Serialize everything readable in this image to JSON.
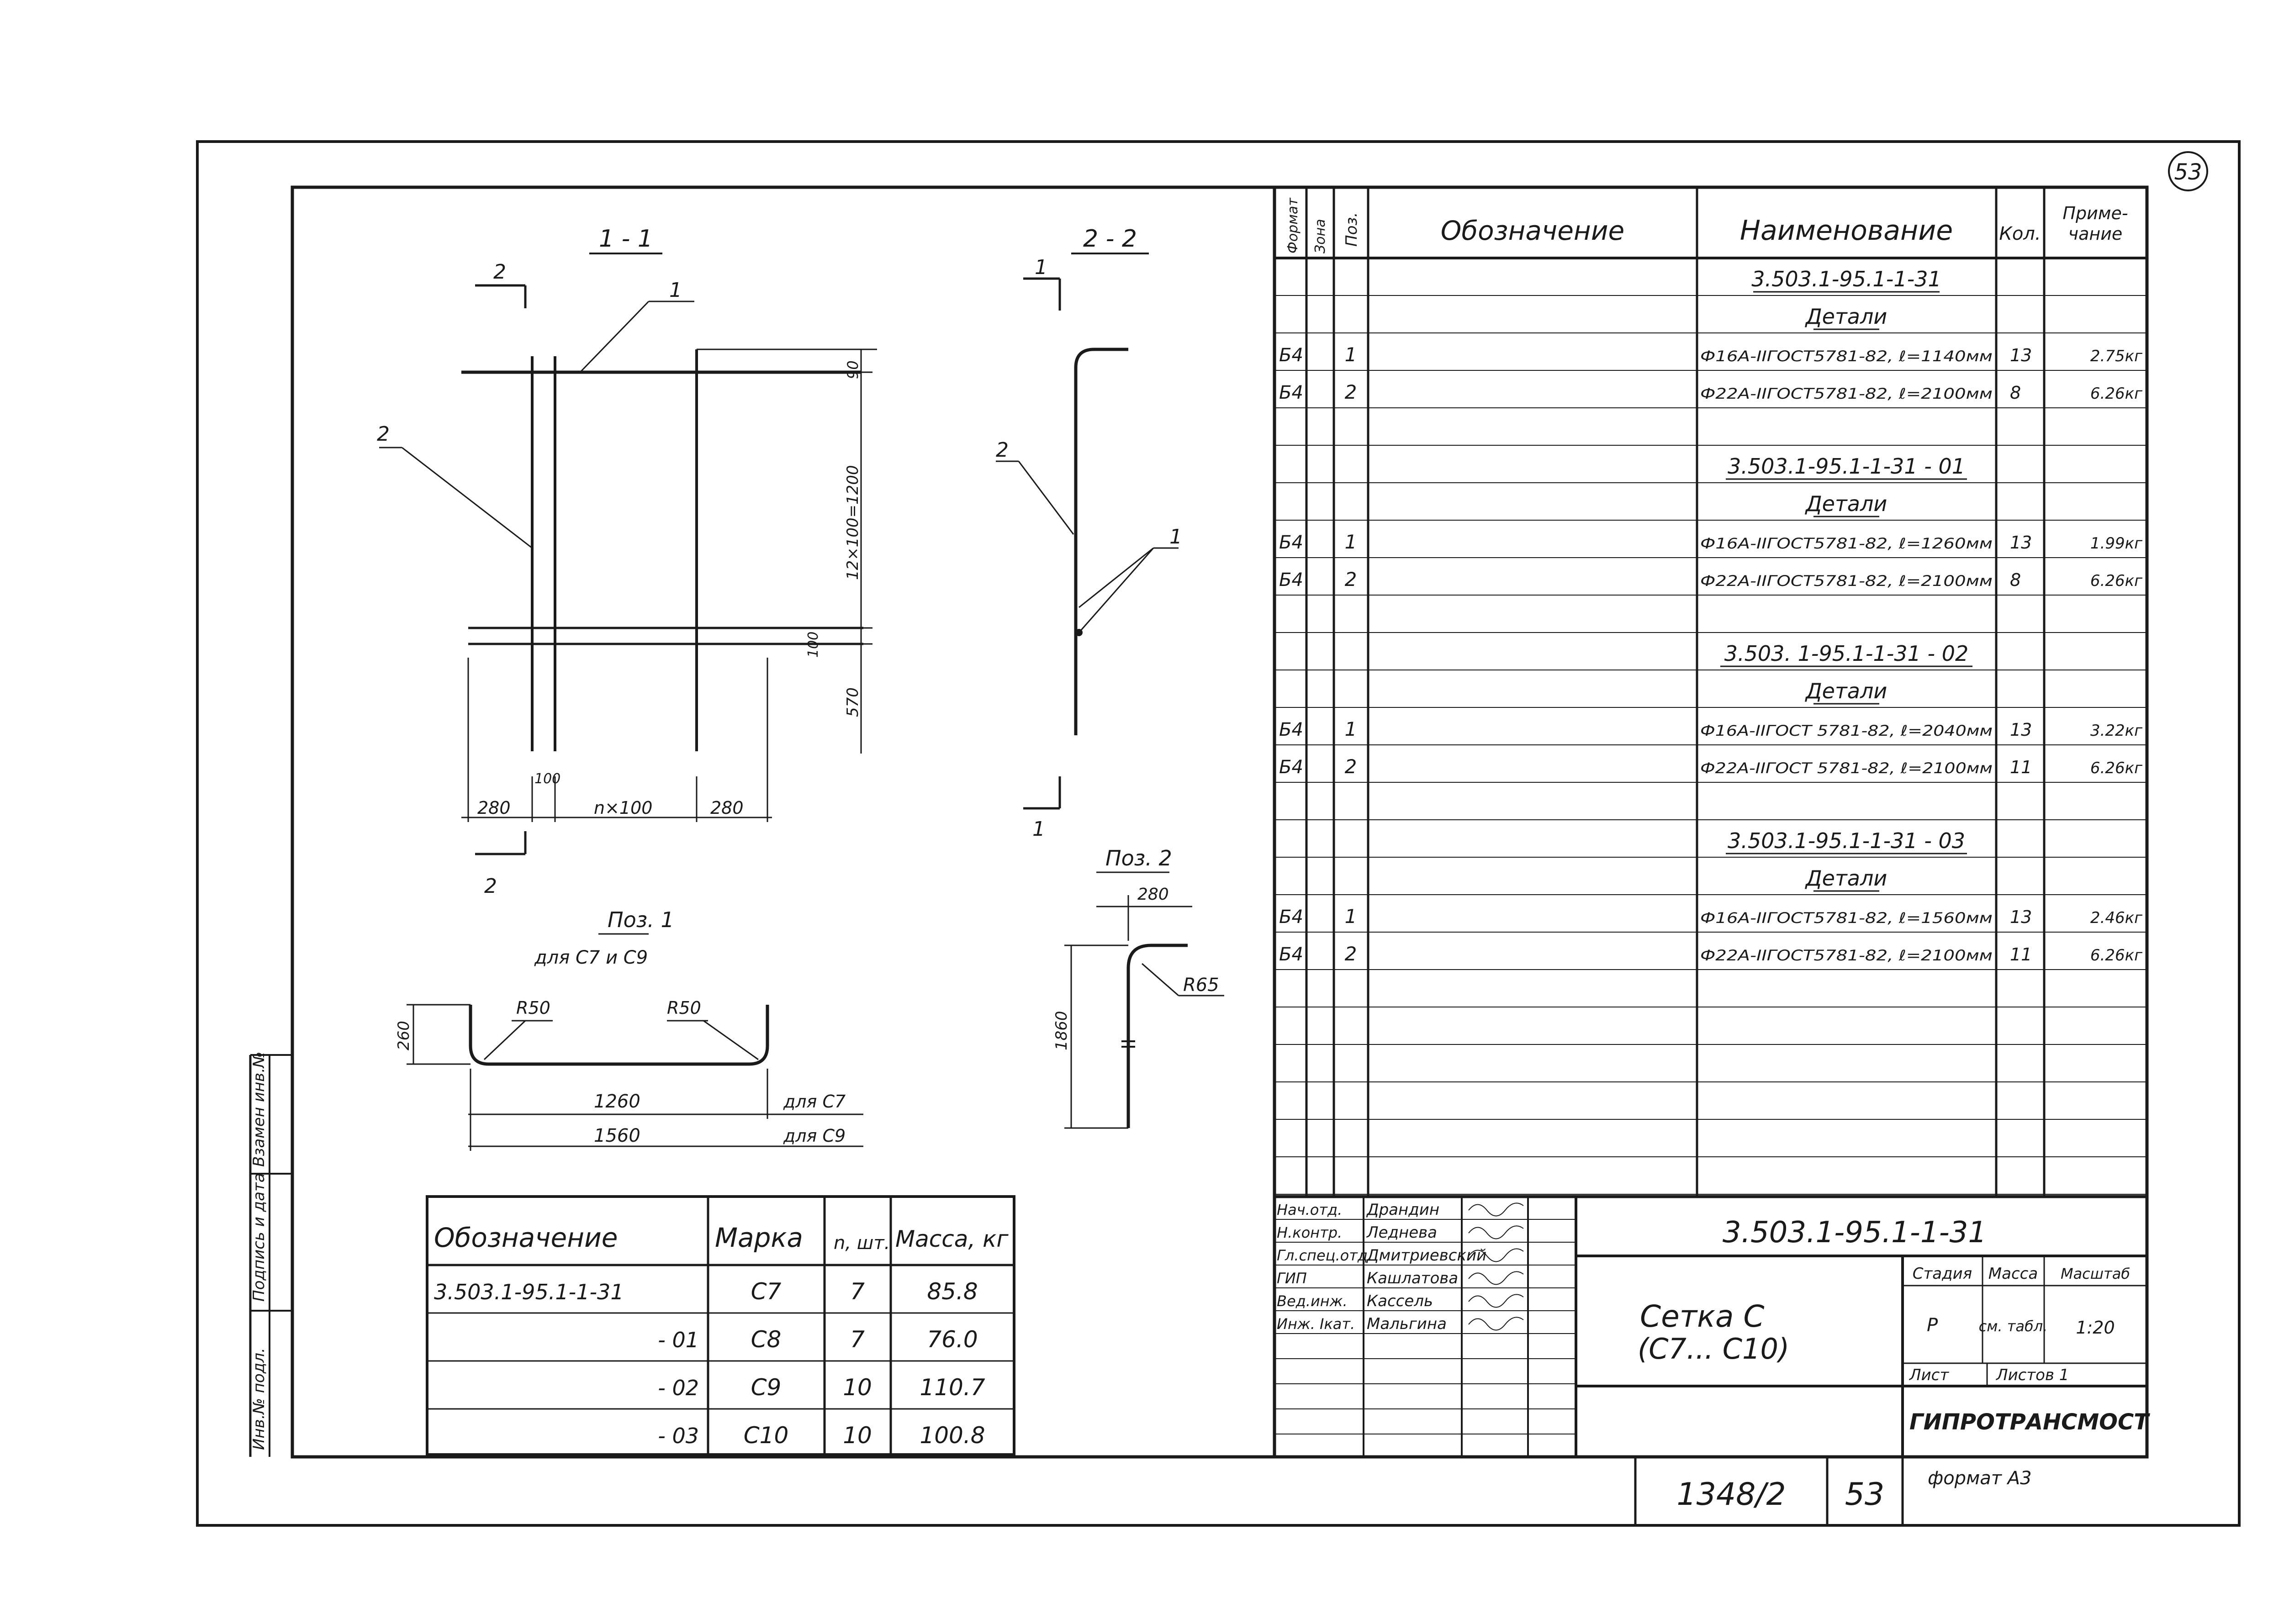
{
  "sheet_number": "53",
  "left_strip": {
    "inv_original": "Инв.№ подл.",
    "sign_date": "Подпись и дата",
    "inv_replace": "Взамен инв.№"
  },
  "drawing": {
    "section_1_title": "1 - 1",
    "section_2_title": "2 - 2",
    "marker_2": "2",
    "marker_1": "1",
    "pos_1": "1",
    "pos_2": "2",
    "dim_90": "90",
    "dim_12x100": "12×100=1200",
    "dim_100_v": "100",
    "dim_570": "570",
    "dim_100_h": "100",
    "dim_280_left": "280",
    "dim_nx100": "n×100",
    "dim_280_right": "280",
    "poz1_title": "Поз. 1",
    "poz1_sub": "для  С7 и С9",
    "r50_left": "R50",
    "r50_right": "R50",
    "dim_260": "260",
    "dim_1260": "1260",
    "for_c7": "для С7",
    "dim_1560": "1560",
    "for_c9": "для С9",
    "poz2_title": "Поз. 2",
    "dim_280_poz2": "280",
    "r65": "R65",
    "dim_1860": "1860"
  },
  "marks_table": {
    "headers": [
      "Обозначение",
      "Марка",
      "n, шт.",
      "Масса, кг"
    ],
    "rows": [
      [
        "3.503.1-95.1-1-31",
        "С7",
        "7",
        "85.8"
      ],
      [
        "- 01",
        "С8",
        "7",
        "76.0"
      ],
      [
        "- 02",
        "С9",
        "10",
        "110.7"
      ],
      [
        "- 03",
        "С10",
        "10",
        "100.8"
      ]
    ]
  },
  "spec_table": {
    "headers": [
      "Формат",
      "Зона",
      "Поз.",
      "Обозначение",
      "Наименование",
      "Кол.",
      "Приме- чание"
    ],
    "rows": [
      {
        "kind": "title",
        "name": "3.503.1-95.1-1-31"
      },
      {
        "kind": "title",
        "name": "Детали"
      },
      {
        "kind": "item",
        "fmt": "Б4",
        "pos": "1",
        "name": "Ф16А-IIГОСТ5781-82, ℓ=1140мм",
        "qty": "13",
        "note": "2.75кг"
      },
      {
        "kind": "item",
        "fmt": "Б4",
        "pos": "2",
        "name": "Ф22А-IIГОСТ5781-82, ℓ=2100мм",
        "qty": "8",
        "note": "6.26кг"
      },
      {
        "kind": "empty"
      },
      {
        "kind": "title",
        "name": "3.503.1-95.1-1-31 - 01"
      },
      {
        "kind": "title",
        "name": "Детали"
      },
      {
        "kind": "item",
        "fmt": "Б4",
        "pos": "1",
        "name": "Ф16А-IIГОСТ5781-82, ℓ=1260мм",
        "qty": "13",
        "note": "1.99кг"
      },
      {
        "kind": "item",
        "fmt": "Б4",
        "pos": "2",
        "name": "Ф22А-IIГОСТ5781-82, ℓ=2100мм",
        "qty": "8",
        "note": "6.26кг"
      },
      {
        "kind": "empty"
      },
      {
        "kind": "title",
        "name": "3.503. 1-95.1-1-31 - 02"
      },
      {
        "kind": "title",
        "name": "Детали"
      },
      {
        "kind": "item",
        "fmt": "Б4",
        "pos": "1",
        "name": "Ф16А-IIГОСТ 5781-82, ℓ=2040мм",
        "qty": "13",
        "note": "3.22кг"
      },
      {
        "kind": "item",
        "fmt": "Б4",
        "pos": "2",
        "name": "Ф22А-IIГОСТ 5781-82, ℓ=2100мм",
        "qty": "11",
        "note": "6.26кг"
      },
      {
        "kind": "empty"
      },
      {
        "kind": "title",
        "name": "3.503.1-95.1-1-31 - 03"
      },
      {
        "kind": "title",
        "name": "Детали"
      },
      {
        "kind": "item",
        "fmt": "Б4",
        "pos": "1",
        "name": "Ф16А-IIГОСТ5781-82, ℓ=1560мм",
        "qty": "13",
        "note": "2.46кг"
      },
      {
        "kind": "item",
        "fmt": "Б4",
        "pos": "2",
        "name": "Ф22А-IIГОСТ5781-82, ℓ=2100мм",
        "qty": "11",
        "note": "6.26кг"
      }
    ]
  },
  "title_block": {
    "roles": [
      {
        "role": "Нач.отд.",
        "name": "Драндин"
      },
      {
        "role": "Н.контр.",
        "name": "Леднева"
      },
      {
        "role": "Гл.спец.отд.",
        "name": "Дмитриевский"
      },
      {
        "role": "ГИП",
        "name": "Кашлатова"
      },
      {
        "role": "Вед.инж.",
        "name": "Кассель"
      },
      {
        "role": "Инж. Ікат.",
        "name": "Мальгина"
      }
    ],
    "designation": "3.503.1-95.1-1-31",
    "title_line1": "Сетка С",
    "title_line2": "(С7... С10)",
    "stage_label": "Стадия",
    "mass_label": "Масса",
    "scale_label": "Масштаб",
    "stage_value": "Р",
    "mass_value": "см. табл.",
    "scale_value": "1:20",
    "sheet_label": "Лист",
    "sheets_label": "Листов 1",
    "organization": "ГИПРОТРАНСМОСТ"
  },
  "footer": {
    "album_number": "1348/2",
    "page": "53",
    "format": "формат А3"
  }
}
